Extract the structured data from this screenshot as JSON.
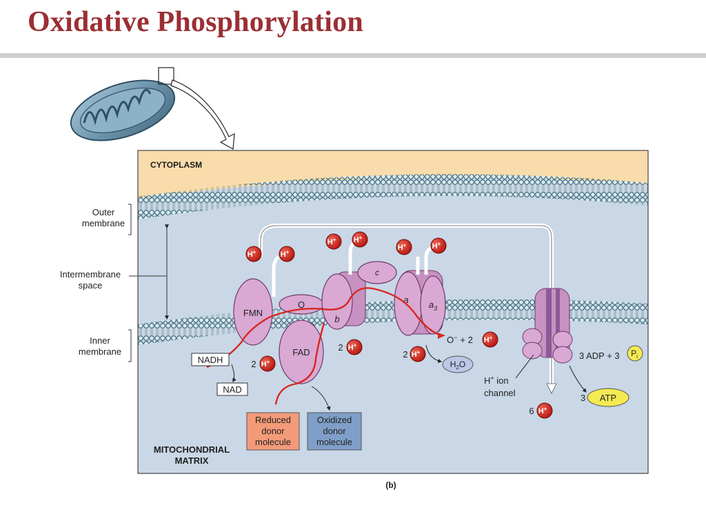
{
  "title": "Oxidative Phosphorylation",
  "labels": {
    "cytoplasm": "CYTOPLASM",
    "outer_membrane": [
      "Outer",
      "membrane"
    ],
    "intermembrane_space": [
      "Intermembrane",
      "space"
    ],
    "inner_membrane": [
      "Inner",
      "membrane"
    ],
    "matrix": [
      "MITOCHONDRIAL",
      "MATRIX"
    ],
    "panel": "(b)"
  },
  "complexes": {
    "fmn": "FMN",
    "q": "Q",
    "fad": "FAD",
    "b": "b",
    "c": "c",
    "a": "a",
    "a3": "a",
    "a3_sub": "3"
  },
  "molecules": {
    "nadh": "NADH",
    "nad": "NAD",
    "h2o_main": "H",
    "h2o_sub": "2",
    "h2o_tail": "O",
    "oxygen": "O",
    "oxygen_sup": "−",
    "plus_two": "+ 2",
    "adp": "3 ADP + 3",
    "pi_main": "P",
    "pi_sub": "i",
    "atp": "ATP",
    "atp_coef": "3",
    "h_ion_channel": [
      "H",
      "+",
      " ion",
      "channel"
    ]
  },
  "donor_boxes": {
    "reduced": [
      "Reduced",
      "donor",
      "molecule"
    ],
    "oxidized": [
      "Oxidized",
      "donor",
      "molecule"
    ]
  },
  "coefficients": {
    "two_nadh": "2",
    "two_fad": "2",
    "two_a": "2",
    "six": "6"
  },
  "proton": {
    "main": "H",
    "sup": "+"
  },
  "colors": {
    "title": "#9b2f33",
    "cytoplasm": "#f9dcab",
    "space": "#c9d7e6",
    "complex": "#d9a8d3",
    "proton": "#d7281f",
    "electron_path": "#d7281f",
    "reduced_box": "#f39a78",
    "oxidized_box": "#7f9fc8",
    "atp": "#f4ea52"
  }
}
